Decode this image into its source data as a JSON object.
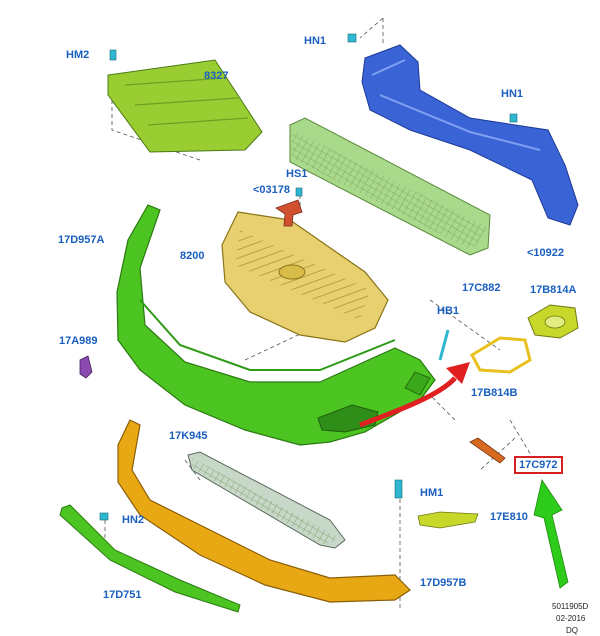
{
  "labels": {
    "hm2": "HM2",
    "p8327": "8327",
    "hn1_top": "HN1",
    "hn1_right": "HN1",
    "hs1": "HS1",
    "p03178": "<03178",
    "p17d957a": "17D957A",
    "p8200": "8200",
    "p10922": "<10922",
    "p17c882": "17C882",
    "p17b814a": "17B814A",
    "hb1": "HB1",
    "p17a989": "17A989",
    "p17b814b": "17B814B",
    "p17k945": "17K945",
    "p17c972": "17C972",
    "hm1": "HM1",
    "hn2": "HN2",
    "p17e810": "17E810",
    "p17d751": "17D751",
    "p17d957b": "17D957B"
  },
  "meta": {
    "code": "5011905D",
    "date": "02-2016",
    "initials": "DQ"
  },
  "colors": {
    "label_text": "#1a5fc0",
    "highlight_box": "#d42020",
    "red_arrow": "#e02020",
    "green_arrow": "#2ecc1a",
    "bumper_cover": "#4cc421",
    "reinforcement": "#3a63d6",
    "grille": "#e8d070",
    "lower_valance": "#e8a814",
    "absorber": "#a9d98a",
    "shield": "#9acd32",
    "bezel": "#c8d82a"
  }
}
